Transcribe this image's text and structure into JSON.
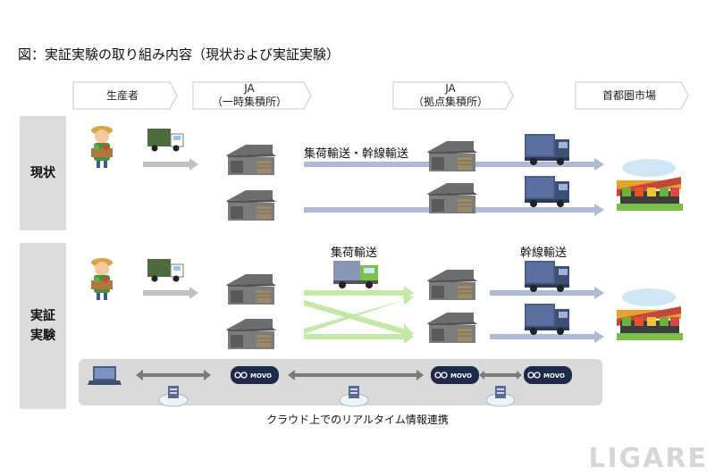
{
  "title": "図：実証実験の取り組み内容（現状および実証実験）",
  "stages": [
    {
      "line1": "生産者",
      "line2": ""
    },
    {
      "line1": "JA",
      "line2": "（一時集積所）"
    },
    {
      "line1": "JA",
      "line2": "（拠点集積所）"
    },
    {
      "line1": "首都圏市場",
      "line2": ""
    }
  ],
  "rows": {
    "current_label": "現状",
    "trial_label_line1": "実証",
    "trial_label_line2": "実験"
  },
  "labels": {
    "current_transport": "集荷輸送・幹線輸送",
    "collection_transport": "集荷輸送",
    "trunk_transport": "幹線輸送"
  },
  "cloud_caption": "クラウド上でのリアルタイム情報連携",
  "movo_text": "MOVO",
  "watermark": "LIGARE",
  "colors": {
    "stage_border": "#c8c8c8",
    "row_label_bg": "#dcdcdc",
    "gray_arrow": "#c0c0c0",
    "blue_arrow": "#aebad6",
    "green_arrow": "#c4e8a8",
    "cloud_band": "#d9d9d9",
    "truck_blue": "#4a5f86",
    "truck_green": "#3f6f3f"
  }
}
